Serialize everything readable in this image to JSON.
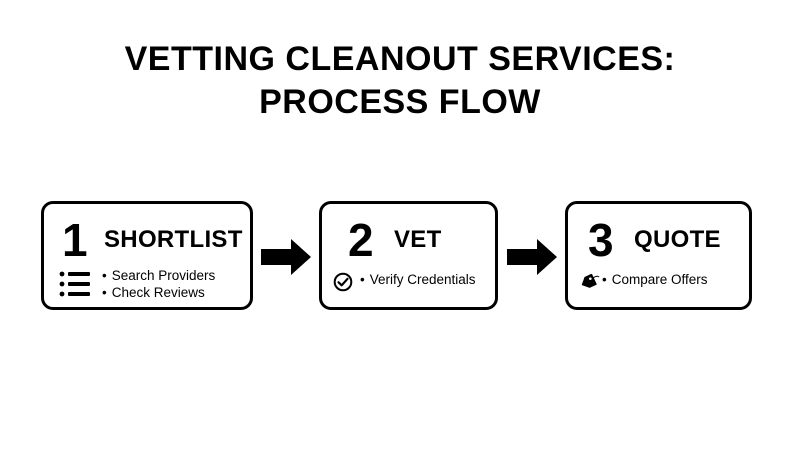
{
  "title": {
    "line1": "VETTING CLEANOUT SERVICES:",
    "line2": "PROCESS FLOW"
  },
  "steps": [
    {
      "number": "1",
      "label": "SHORTLIST",
      "icon": "list-icon",
      "items": [
        "Search Providers",
        "Check Reviews"
      ]
    },
    {
      "number": "2",
      "label": "VET",
      "icon": "check-circle-icon",
      "items": [
        "Verify Credentials"
      ]
    },
    {
      "number": "3",
      "label": "QUOTE",
      "icon": "price-tag-icon",
      "items": [
        "Compare Offers"
      ]
    }
  ],
  "colors": {
    "ink": "#000000",
    "background": "#ffffff"
  }
}
